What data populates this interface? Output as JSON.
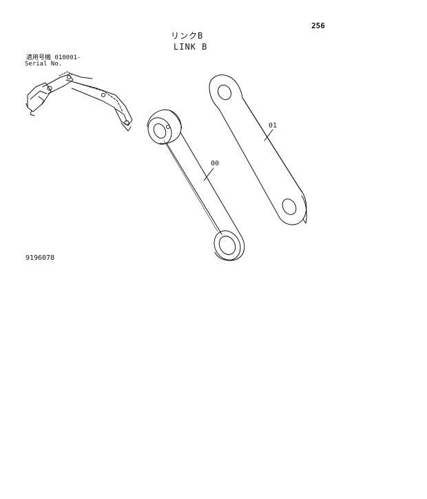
{
  "page": {
    "number": "256"
  },
  "title": {
    "japanese": "リンクB",
    "english": "LINK B"
  },
  "serial": {
    "japanese": "適用号機  010001-",
    "english": "Serial No."
  },
  "callouts": {
    "part_00": "00",
    "part_01": "01"
  },
  "drawing_number": "9196078"
}
